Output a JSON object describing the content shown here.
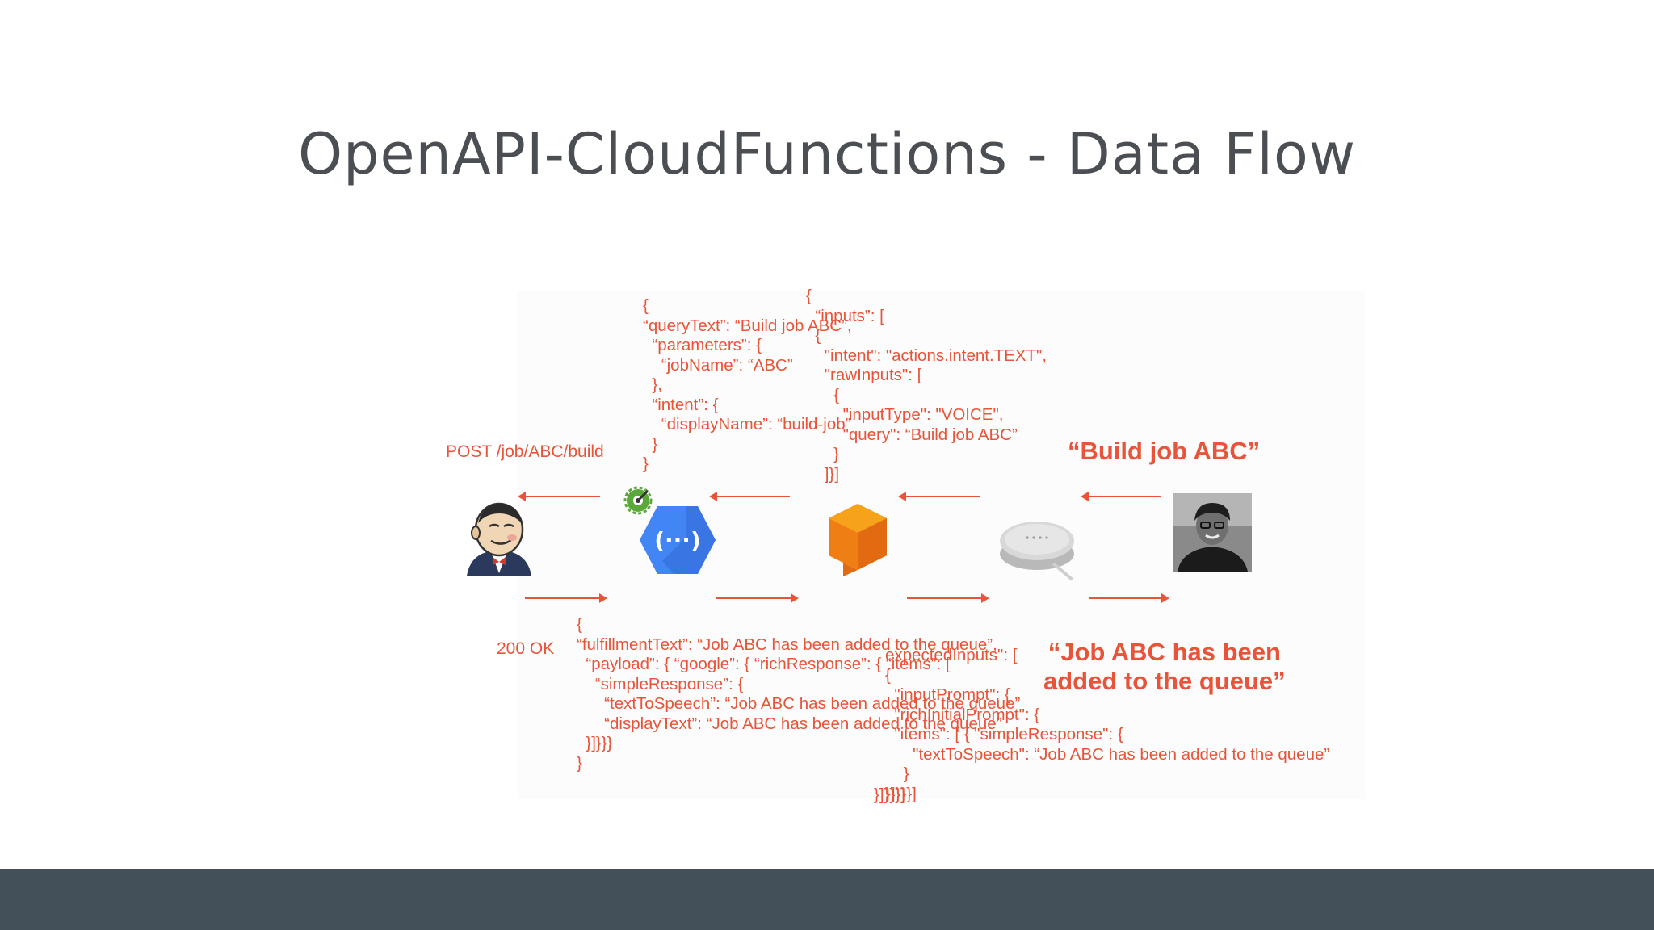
{
  "slide": {
    "title": "OpenAPI-CloudFunctions - Data Flow"
  },
  "labels": {
    "request_endpoint": "POST /job/ABC/build",
    "response_status": "200 OK",
    "user_utterance": "“Build job ABC”",
    "assistant_reply": "“Job ABC has been\nadded to the queue”"
  },
  "code_blocks": {
    "dialogflow_request": "{\n“queryText”: “Build job ABC”,\n  “parameters”: {\n    “jobName”: “ABC”\n  },\n  “intent”: {\n    “displayName”: “build-job”\n  }\n}",
    "actions_request": "{\n  “inputs”: [\n  {\n    \"intent\": \"actions.intent.TEXT\",\n    \"rawInputs\": [\n      {\n        \"inputType\": \"VOICE\",\n        \"query\": “Build job ABC”\n      }\n    ]}]",
    "fulfillment_response": "{\n“fulfillmentText”: “Job ABC has been added to the queue”,\n  “payload”: { “google”: { “richResponse”: { “items”: [\n    “simpleResponse”: {\n      “textToSpeech”: “Job ABC has been added to the queue”\n      “displayText”: “Job ABC has been added to the queue”\n  }]}}}\n}",
    "actions_response": "expectedInputs\": [\n{\n  \"inputPrompt\": {\n  \"richInitialPrompt\": {\n  \"items\": [ { \"simpleResponse\": {\n      \"textToSpeech\": “Job ABC has been added to the queue”\n    }\n}]}}}]"
  },
  "icons": {
    "jenkins": "jenkins-butler-icon",
    "cloud_functions": "cloud-functions-icon",
    "dialogflow": "dialogflow-icon",
    "google_home_mini": "google-home-mini-icon",
    "user": "user-photo",
    "badge": "api-gear-badge-icon"
  },
  "colors": {
    "accent": "#e8543a",
    "title": "#4b4f54",
    "footer": "#435059",
    "cloud_functions": "#4285f4",
    "dialogflow": "#ef7e14"
  }
}
